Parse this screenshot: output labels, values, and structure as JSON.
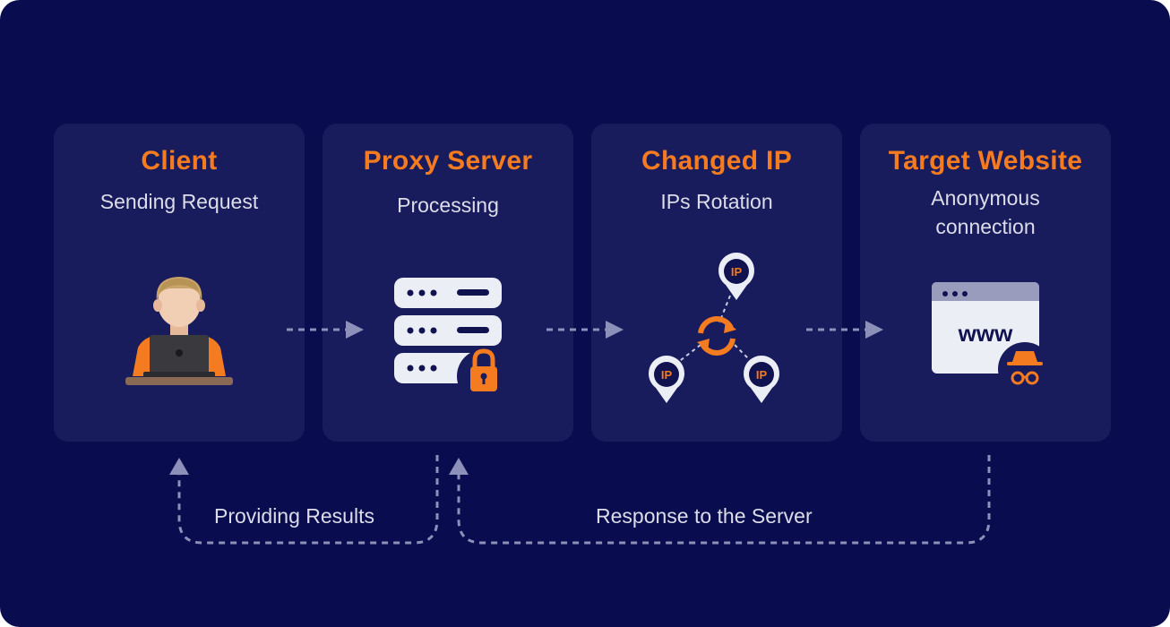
{
  "nodes": [
    {
      "title": "Client",
      "subtitle_lines": [
        "Sending Request"
      ],
      "icon": "user-laptop-icon"
    },
    {
      "title": "Proxy Server",
      "subtitle_lines": [
        "Processing"
      ],
      "icon": "server-lock-icon"
    },
    {
      "title": "Changed IP",
      "subtitle_lines": [
        "IPs Rotation"
      ],
      "icon": "ip-rotation-icon"
    },
    {
      "title": "Target Website",
      "subtitle_lines": [
        "Anonymous",
        "connection"
      ],
      "icon": "incognito-browser-icon"
    }
  ],
  "pin_label": "IP",
  "browser_text": "www",
  "return_flows": {
    "providing_results": "Providing Results",
    "response_to_server": "Response to the Server"
  },
  "colors": {
    "background": "#090c4e",
    "card": "#181b5c",
    "accent": "#f47b20",
    "text": "#dcdde9",
    "arrow": "#8d90b8"
  }
}
